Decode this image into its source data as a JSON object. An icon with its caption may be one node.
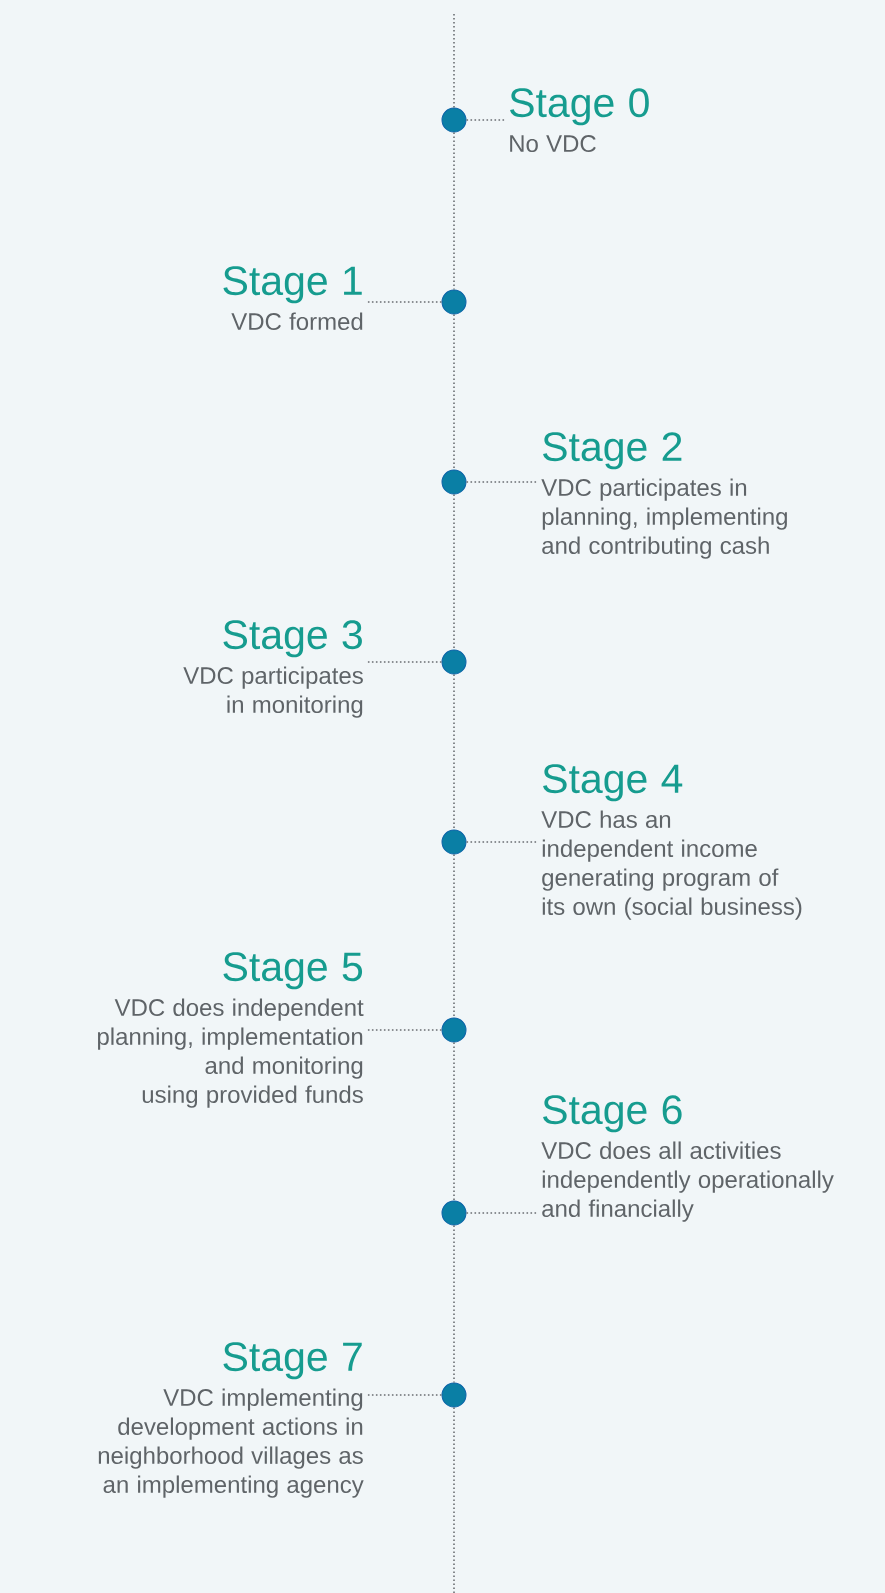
{
  "diagram": {
    "nodes": [
      {
        "text": [
          "Stage 0",
          "No VDC"
        ]
      },
      {
        "text": [
          "Stage 1",
          "VDC formed"
        ]
      },
      {
        "text": [
          "Stage 2",
          "VDC participates in planning, implementing and contributing cash"
        ]
      },
      {
        "text": [
          "Stage 3",
          "VDC participates in monitoring"
        ]
      },
      {
        "text": [
          "Stage 4",
          "VDC has an independent income generating program of its own (social business)"
        ]
      },
      {
        "text": [
          "Stage 5",
          "VDC does independent planning, implementation and monitoring using provided funds"
        ]
      },
      {
        "text": [
          "Stage 6",
          "VDC does all activities independently operationally and financially"
        ]
      },
      {
        "text": [
          "Stage 7",
          "VDC implementing development actions in neighborhood villages as an implementing agency"
        ]
      },
      {
        "text": [],
        "shape": "circle"
      },
      {
        "text": [],
        "shape": "circle"
      },
      {
        "text": [],
        "shape": "circle"
      },
      {
        "text": [],
        "shape": "circle"
      },
      {
        "text": [],
        "shape": "circle"
      },
      {
        "text": [],
        "shape": "circle"
      },
      {
        "text": [],
        "shape": "circle"
      },
      {
        "text": [],
        "shape": "circle"
      }
    ],
    "edges": [
      {
        "from": 8,
        "to": 0,
        "arrow": "none"
      },
      {
        "from": 9,
        "to": 1,
        "arrow": "none"
      },
      {
        "from": 10,
        "to": 2,
        "arrow": "none"
      },
      {
        "from": 11,
        "to": 3,
        "arrow": "none"
      },
      {
        "from": 12,
        "to": 4,
        "arrow": "none"
      },
      {
        "from": 13,
        "to": 5,
        "arrow": "none"
      },
      {
        "from": 14,
        "to": 6,
        "arrow": "none"
      },
      {
        "from": 15,
        "to": 7,
        "arrow": "none"
      },
      {
        "from": 8,
        "to": 9,
        "arrow": "none"
      },
      {
        "from": 9,
        "to": 10,
        "arrow": "none"
      },
      {
        "from": 10,
        "to": 11,
        "arrow": "none"
      },
      {
        "from": 11,
        "to": 12,
        "arrow": "none"
      },
      {
        "from": 12,
        "to": 13,
        "arrow": "none"
      },
      {
        "from": 13,
        "to": 14,
        "arrow": "none"
      },
      {
        "from": 14,
        "to": 15,
        "arrow": "none"
      }
    ]
  }
}
